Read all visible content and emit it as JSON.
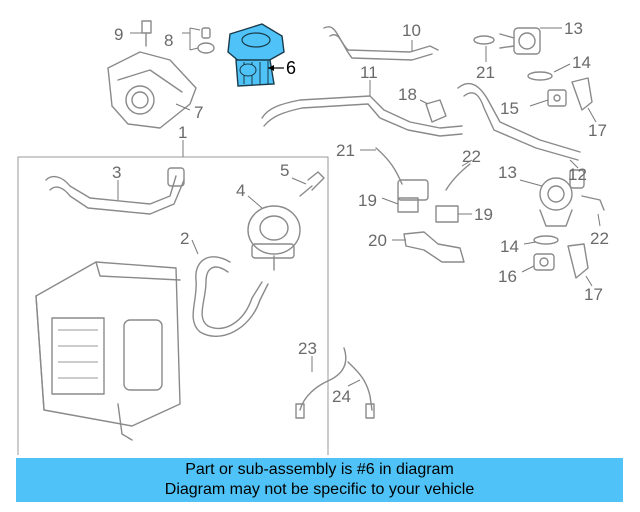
{
  "callouts": {
    "c1": "1",
    "c2": "2",
    "c3": "3",
    "c4": "4",
    "c5": "5",
    "c6": "6",
    "c7": "7",
    "c8": "8",
    "c9": "9",
    "c10": "10",
    "c11": "11",
    "c12": "12",
    "c13a": "13",
    "c13b": "13",
    "c14a": "14",
    "c14b": "14",
    "c15": "15",
    "c16": "16",
    "c17a": "17",
    "c17b": "17",
    "c18": "18",
    "c19a": "19",
    "c19b": "19",
    "c20": "20",
    "c21a": "21",
    "c21b": "21",
    "c22a": "22",
    "c22b": "22",
    "c23": "23",
    "c24": "24"
  },
  "banner": {
    "line1": "Part or sub-assembly is #6 in diagram",
    "line2": "Diagram may not be specific to your vehicle"
  },
  "colors": {
    "highlight": "#4fc3f7",
    "line": "#8a8a8a",
    "banner": "#4fc3f7"
  }
}
